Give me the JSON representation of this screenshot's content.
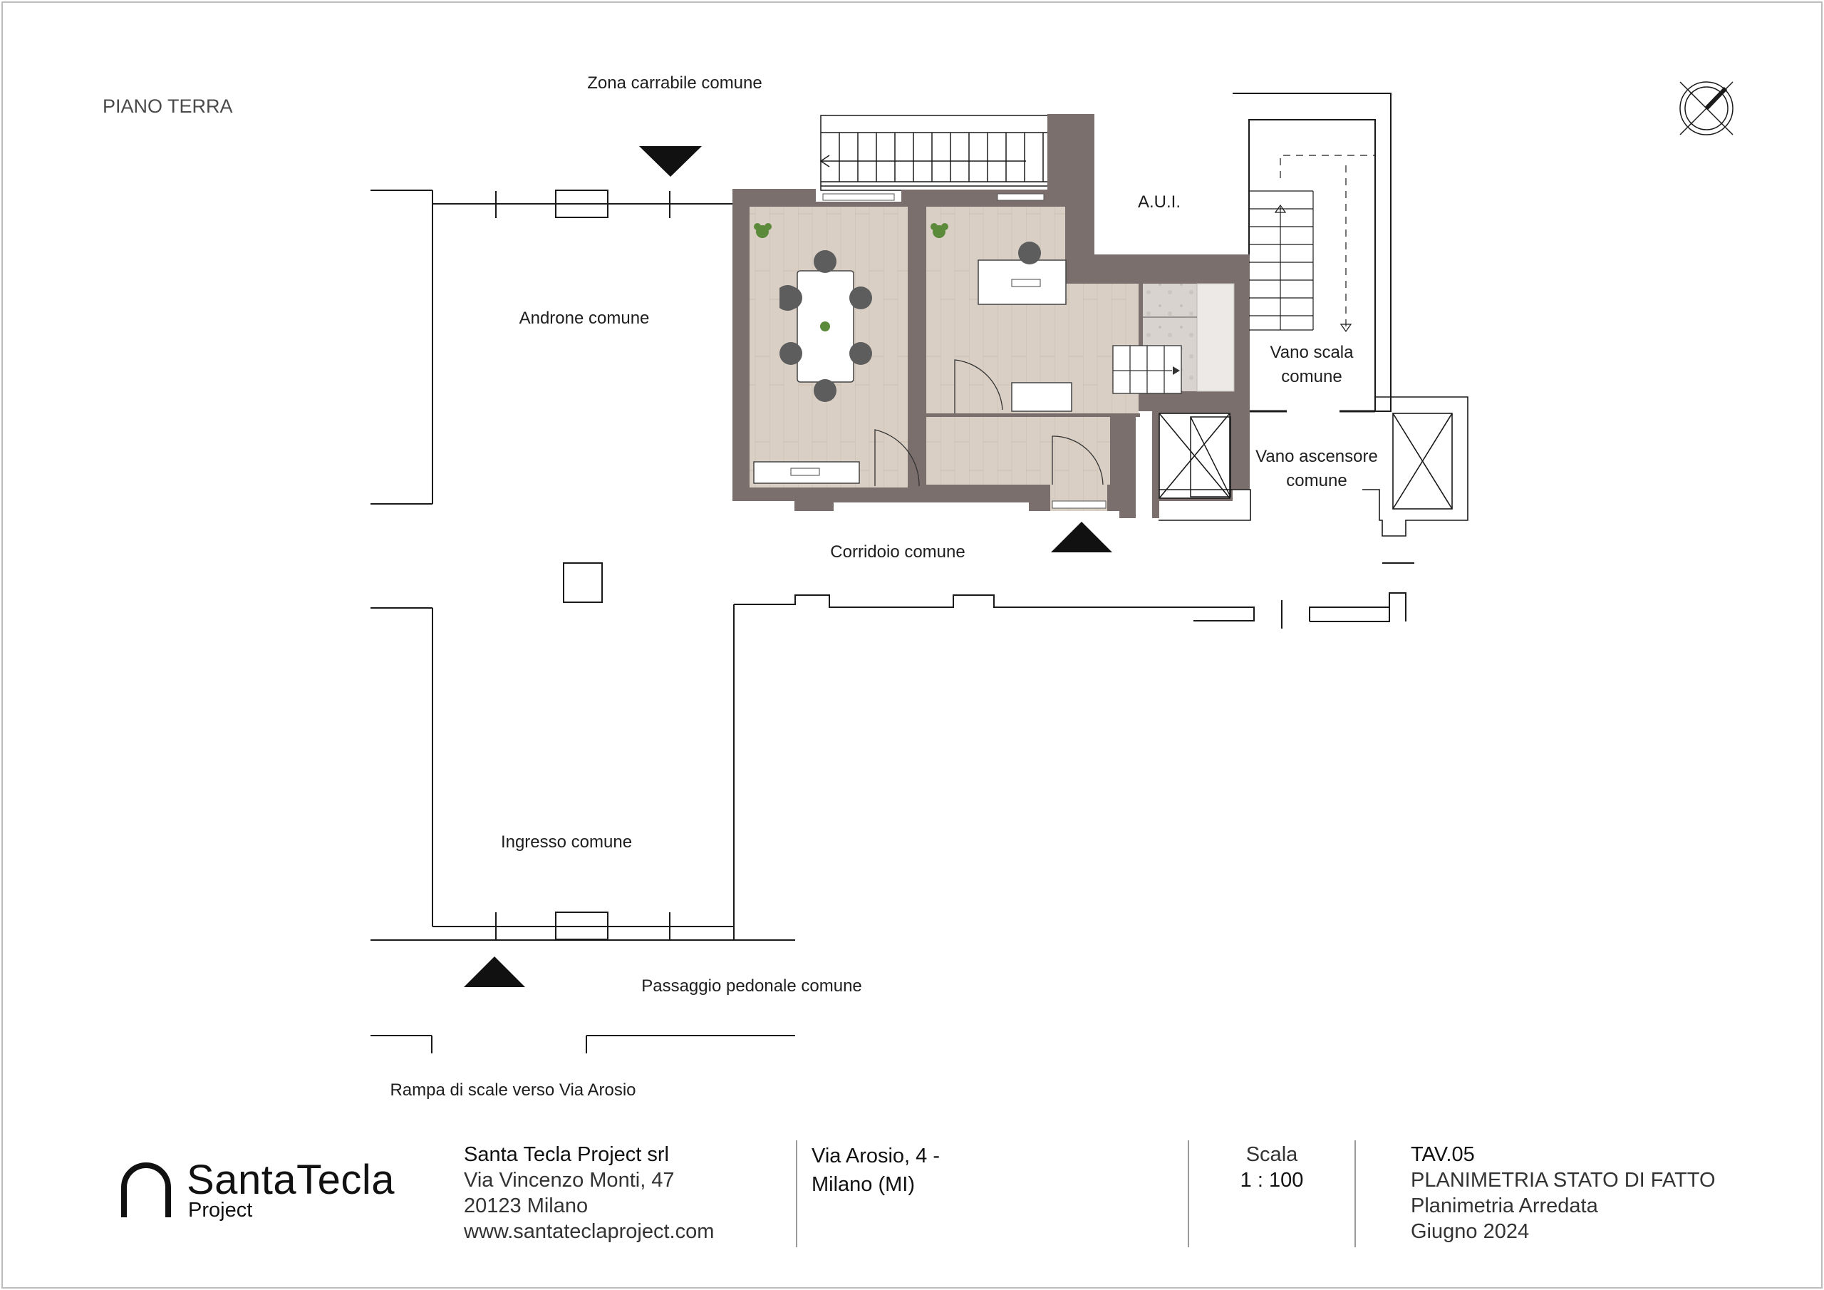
{
  "drawing": {
    "floor_label": "PIANO TERRA",
    "rooms": {
      "zona_carrabile": "Zona carrabile comune",
      "androne": "Androne comune",
      "aui": "A.U.I.",
      "vano_scala_1": "Vano scala",
      "vano_scala_2": "comune",
      "vano_ascensore_1": "Vano ascensore",
      "vano_ascensore_2": "comune",
      "corridoio": "Corridoio comune",
      "ingresso": "Ingresso comune",
      "passaggio": "Passaggio pedonale comune",
      "rampa": "Rampa di scale verso Via Arosio"
    }
  },
  "colors": {
    "wall": "#7a6f6d",
    "floor_wood": "#d9cfc4",
    "line": "#1a1a1a"
  },
  "footer": {
    "logo_name": "SantaTecla",
    "logo_sub": "Project",
    "company": "Santa Tecla Project srl",
    "address_1": "Via Vincenzo Monti, 47",
    "address_2": "20123 Milano",
    "website": "www.santateclaproject.com",
    "site_1": "Via Arosio, 4 -",
    "site_2": "Milano (MI)",
    "scale_label": "Scala",
    "scale_value": "1 : 100",
    "sheet_code": "TAV.05",
    "sheet_title": "PLANIMETRIA STATO DI FATTO",
    "sheet_subtitle": "Planimetria Arredata",
    "sheet_date": "Giugno 2024"
  }
}
